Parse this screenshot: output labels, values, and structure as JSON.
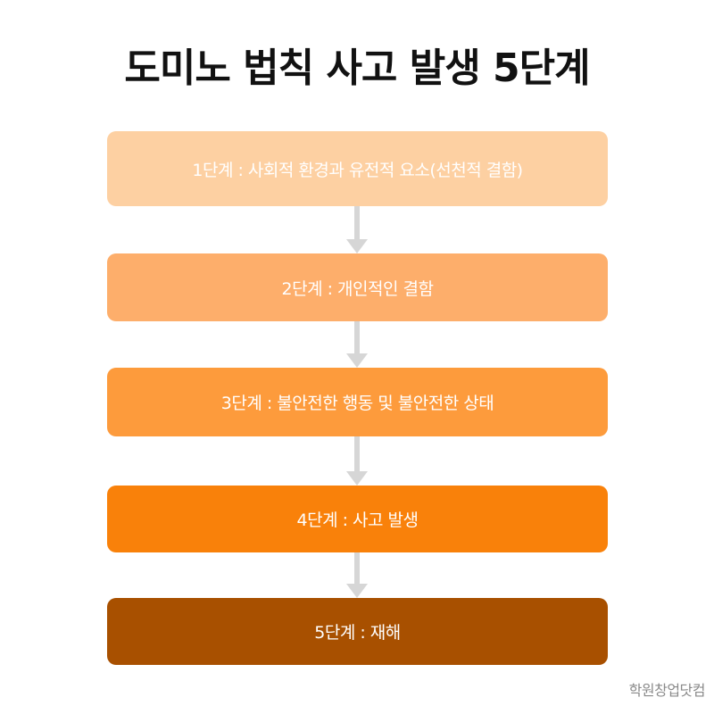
{
  "title": "도미노 법칙 사고 발생 5단계",
  "steps": [
    {
      "label": "1단계 : 사회적 환경과 유전적 요소(선천적 결함)",
      "color": "#fdd0a2"
    },
    {
      "label": "2단계 : 개인적인 결함",
      "color": "#fdae6b"
    },
    {
      "label": "3단계 : 불안전한 행동 및 불안전한 상태",
      "color": "#fd9b3c"
    },
    {
      "label": "4단계 : 사고 발생",
      "color": "#f9810a"
    },
    {
      "label": "5단계 : 재해",
      "color": "#a85000"
    }
  ],
  "arrow_color": "#d6d6d6",
  "watermark": "학원창업닷컴"
}
